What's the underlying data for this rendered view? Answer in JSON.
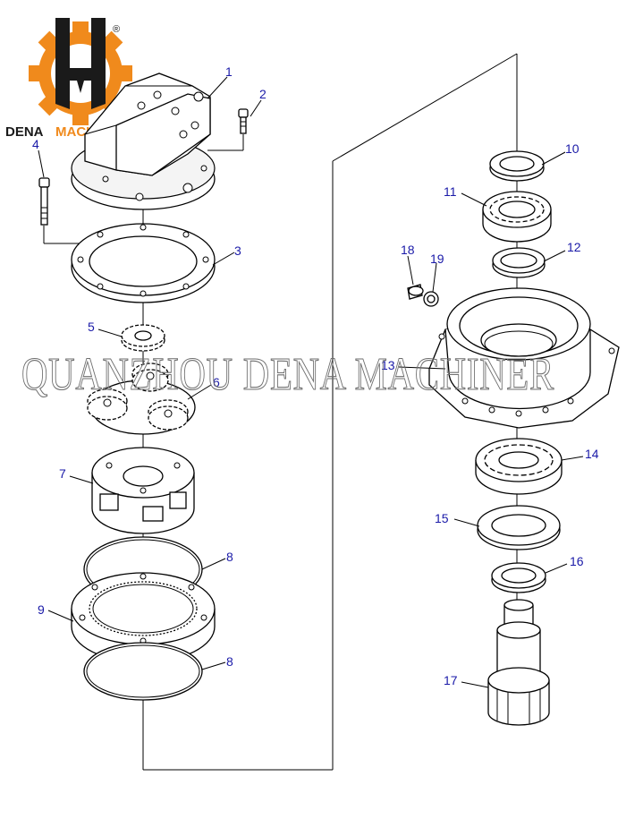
{
  "logo": {
    "brand_word": "DENA",
    "brand_word2": "MACHINERY",
    "registered_mark": "®",
    "colors": {
      "gear": "#f08a1c",
      "mark": "#1a1a1a",
      "text_dark": "#1a1a1a",
      "text_orange": "#f08a1c"
    }
  },
  "watermark": {
    "text": "QUANZHOU DENA MACHINER"
  },
  "callouts": {
    "p1": "1",
    "p2": "2",
    "p3": "3",
    "p4": "4",
    "p5": "5",
    "p6": "6",
    "p7": "7",
    "p8a": "8",
    "p8b": "8",
    "p9": "9",
    "p10": "10",
    "p11": "11",
    "p12": "12",
    "p13": "13",
    "p14": "14",
    "p15": "15",
    "p16": "16",
    "p17": "17",
    "p18": "18",
    "p19": "19"
  },
  "colors": {
    "callout_text": "#1a1aa8",
    "line": "#000000"
  }
}
